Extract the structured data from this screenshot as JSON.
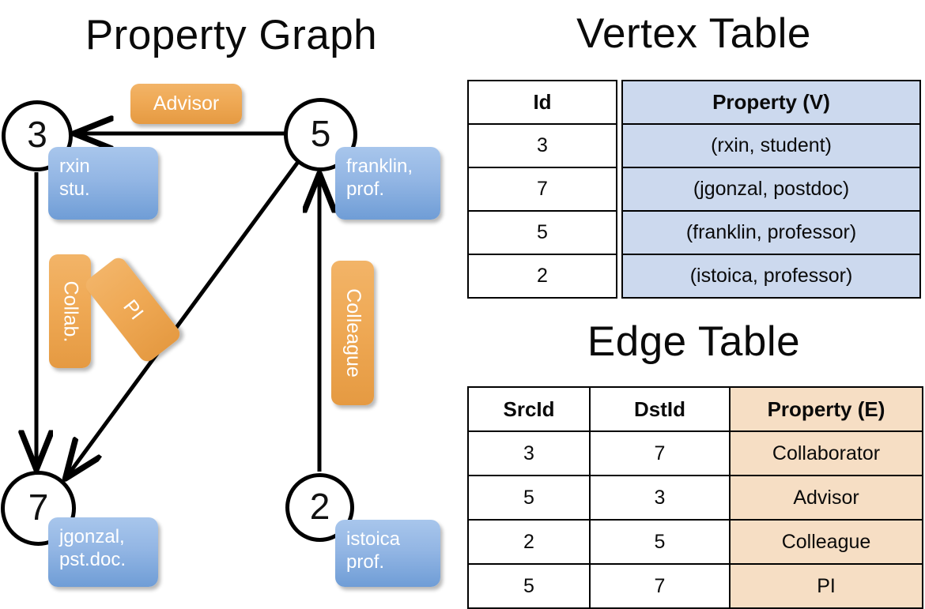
{
  "titles": {
    "property_graph": "Property Graph",
    "vertex_table": "Vertex Table",
    "edge_table": "Edge Table"
  },
  "colors": {
    "vertex_property_fill": "#ccd9ee",
    "edge_property_fill": "#f6dec4",
    "node_box_blue": "#93b6e4",
    "edge_label_orange": "#efa955",
    "stroke": "#000000"
  },
  "graph": {
    "nodes": [
      {
        "id": "3",
        "property_label": "rxin\nstu."
      },
      {
        "id": "5",
        "property_label": "franklin,\nprof."
      },
      {
        "id": "7",
        "property_label": "jgonzal,\npst.doc."
      },
      {
        "id": "2",
        "property_label": "istoica\nprof."
      }
    ],
    "edge_labels": [
      {
        "name": "advisor",
        "text": "Advisor"
      },
      {
        "name": "collab",
        "text": "Collab."
      },
      {
        "name": "pi",
        "text": "PI"
      },
      {
        "name": "colleague",
        "text": "Colleague"
      }
    ],
    "edges": [
      {
        "src": "5",
        "dst": "3",
        "label": "Advisor"
      },
      {
        "src": "3",
        "dst": "7",
        "label": "Collab."
      },
      {
        "src": "5",
        "dst": "7",
        "label": "PI"
      },
      {
        "src": "2",
        "dst": "5",
        "label": "Colleague"
      }
    ]
  },
  "vertex_table": {
    "headers": [
      "Id",
      "Property (V)"
    ],
    "rows": [
      {
        "id": "3",
        "property": "(rxin, student)"
      },
      {
        "id": "7",
        "property": "(jgonzal, postdoc)"
      },
      {
        "id": "5",
        "property": "(franklin, professor)"
      },
      {
        "id": "2",
        "property": "(istoica, professor)"
      }
    ]
  },
  "edge_table": {
    "headers": [
      "SrcId",
      "DstId",
      "Property (E)"
    ],
    "rows": [
      {
        "src": "3",
        "dst": "7",
        "property": "Collaborator"
      },
      {
        "src": "5",
        "dst": "3",
        "property": "Advisor"
      },
      {
        "src": "2",
        "dst": "5",
        "property": "Colleague"
      },
      {
        "src": "5",
        "dst": "7",
        "property": "PI"
      }
    ]
  }
}
